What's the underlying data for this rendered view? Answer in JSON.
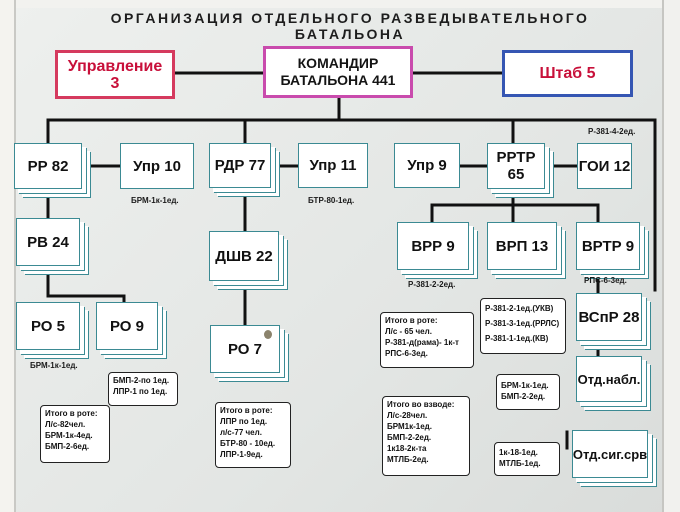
{
  "title": "ОРГАНИЗАЦИЯ ОТДЕЛЬНОГО РАЗВЕДЫВАТЕЛЬНОГО БАТАЛЬОНА",
  "top": {
    "commander": [
      "КОМАНДИР",
      "БАТАЛЬОНА 441"
    ],
    "control": [
      "Управление",
      "3"
    ],
    "staff": "Штаб 5"
  },
  "units": {
    "rr": "РР 82",
    "upr10": "Упр 10",
    "rdr": "РДР 77",
    "upr11": "Упр 11",
    "upr9": "Упр 9",
    "rrtr": "РРТР 65",
    "goi": "ГОИ 12",
    "rv": "РВ 24",
    "dshv": "ДШВ 22",
    "vrr": "ВРР 9",
    "vrp": "ВРП 13",
    "vrtr": "ВРТР 9",
    "ro5": "РО 5",
    "ro9": "РО 9",
    "ro7": "РО 7",
    "vspr": "ВСпР 28",
    "otdnabl": "Отд.набл.",
    "otdsig": "Отд.сиг.срв"
  },
  "notes": {
    "brm_upr10": "БРМ-1к-1ед.",
    "btr_upr11": "БТР-80-1ед.",
    "r381_4": "Р-381-4-2ед.",
    "r381_vrr": "Р-381-2-2ед.",
    "rps_vrtr": "РПС-6-3ед.",
    "brm_ro5": "БРМ-1к-1ед."
  },
  "cards": {
    "ro9_equip": [
      "БМП-2-по 1ед.",
      "ЛПР-1 по 1ед."
    ],
    "rr_total": [
      "Итого в роте:",
      "Л/с-82чел.",
      "БРМ-1к-4ед.",
      "БМП-2-6ед."
    ],
    "rdr_total": [
      "Итого в роте:",
      "ЛПР по 1ед.",
      "л/с-77 чел.",
      "БТР-80 - 10ед.",
      "ЛПР-1-9ед."
    ],
    "rrtr_total": [
      "Итого в роте:",
      "Л/с - 65 чел.",
      "Р-381-д(рама)- 1к-т",
      "РПС-6-3ед."
    ],
    "r381_set": [
      "Р-381-2-1ед.(УКВ)",
      "Р-381-3-1ед.(РРЛС)",
      "Р-381-1-1ед.(КВ)"
    ],
    "platoon_total": [
      "Итого во взводе:",
      "Л/с-28чел.",
      "БРМ1к-1ед.",
      "БМП-2-2ед.",
      "1к18-2к-та",
      "МТЛБ-2ед."
    ],
    "brm_bmp": [
      "БРМ-1к-1ед.",
      "БМП-2-2ед."
    ],
    "k18_mtlb": [
      "1к-18-1ед.",
      "МТЛБ-1ед."
    ]
  },
  "colors": {
    "unit_border": "#3b8a93",
    "control_border": "#d53a5e",
    "staff_border": "#3556b3",
    "commander_border": "#c94bad",
    "accent_text": "#c8103a"
  }
}
